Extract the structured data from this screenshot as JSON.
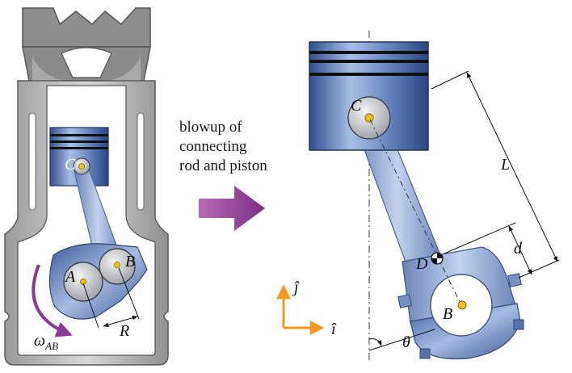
{
  "caption": {
    "line1": "blowup of",
    "line2": "connecting",
    "line3": "rod and piston"
  },
  "labels": {
    "C_left": "C",
    "A": "A",
    "B_left": "B",
    "R": "R",
    "omega": "ω",
    "omega_sub": "AB",
    "C_right": "C",
    "B_right": "B",
    "D": "D",
    "L": "L",
    "d": "d",
    "theta": "θ",
    "i_hat": "î",
    "j_hat": "ĵ"
  },
  "colors": {
    "engine_gray": "#8c8c8c",
    "piston_blue": "#4f6ea8",
    "rod_blue": "#7f98c6",
    "arrow_purple": "#9b4fa0",
    "axis_orange": "#f39a1e",
    "pin_yellow": "#f2c21b"
  }
}
